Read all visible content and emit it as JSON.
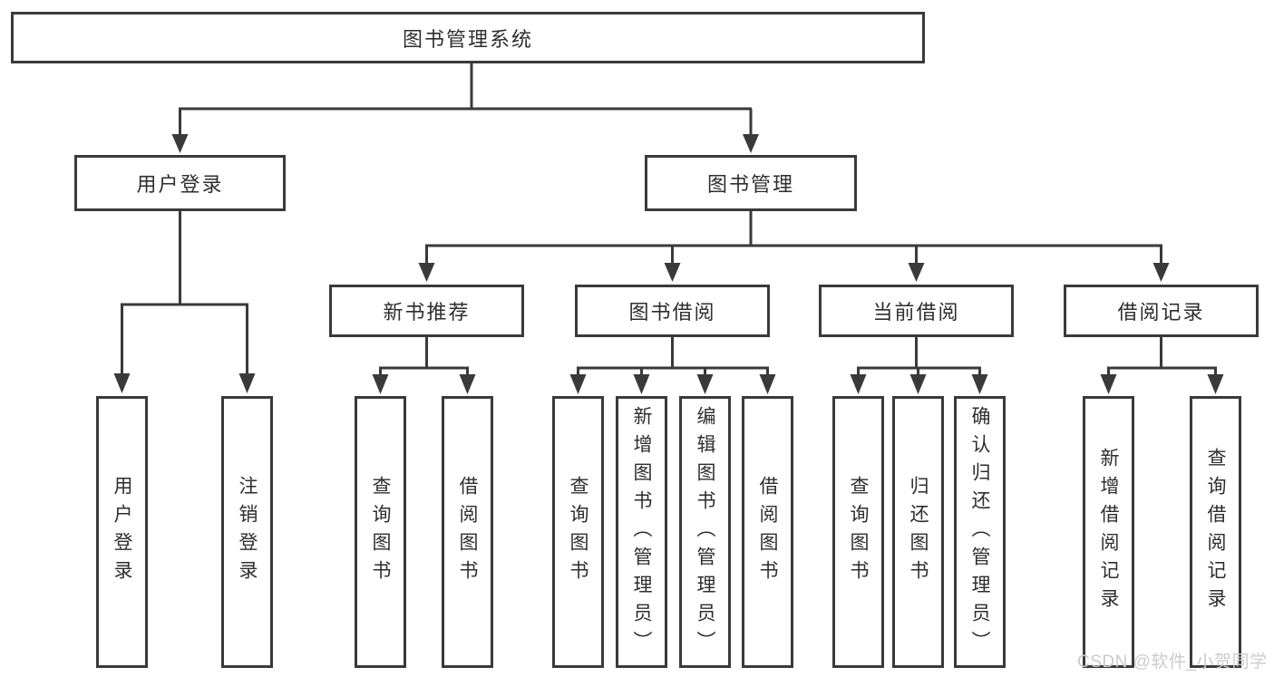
{
  "diagram": {
    "root": {
      "label": "图书管理系统"
    },
    "branches": [
      {
        "label": "用户登录",
        "children": [
          {
            "label": "用户登录"
          },
          {
            "label": "注销登录"
          }
        ]
      },
      {
        "label": "图书管理",
        "children": [
          {
            "label": "新书推荐",
            "children": [
              {
                "label": "查询图书"
              },
              {
                "label": "借阅图书"
              }
            ]
          },
          {
            "label": "图书借阅",
            "children": [
              {
                "label": "查询图书"
              },
              {
                "label": "新增图书（管理员）"
              },
              {
                "label": "编辑图书（管理员）"
              },
              {
                "label": "借阅图书"
              }
            ]
          },
          {
            "label": "当前借阅",
            "children": [
              {
                "label": "查询图书"
              },
              {
                "label": "归还图书"
              },
              {
                "label": "确认归还（管理员）"
              }
            ]
          },
          {
            "label": "借阅记录",
            "children": [
              {
                "label": "新增借阅记录"
              },
              {
                "label": "查询借阅记录"
              }
            ]
          }
        ]
      }
    ]
  },
  "watermark": {
    "text": "CSDN @软件_小贺同学"
  },
  "colors": {
    "line": "#3a3a3a",
    "text": "#2e2e2e",
    "box_background": "#ffffff",
    "watermark": "#cbcbcb",
    "page_background": "#ffffff"
  }
}
